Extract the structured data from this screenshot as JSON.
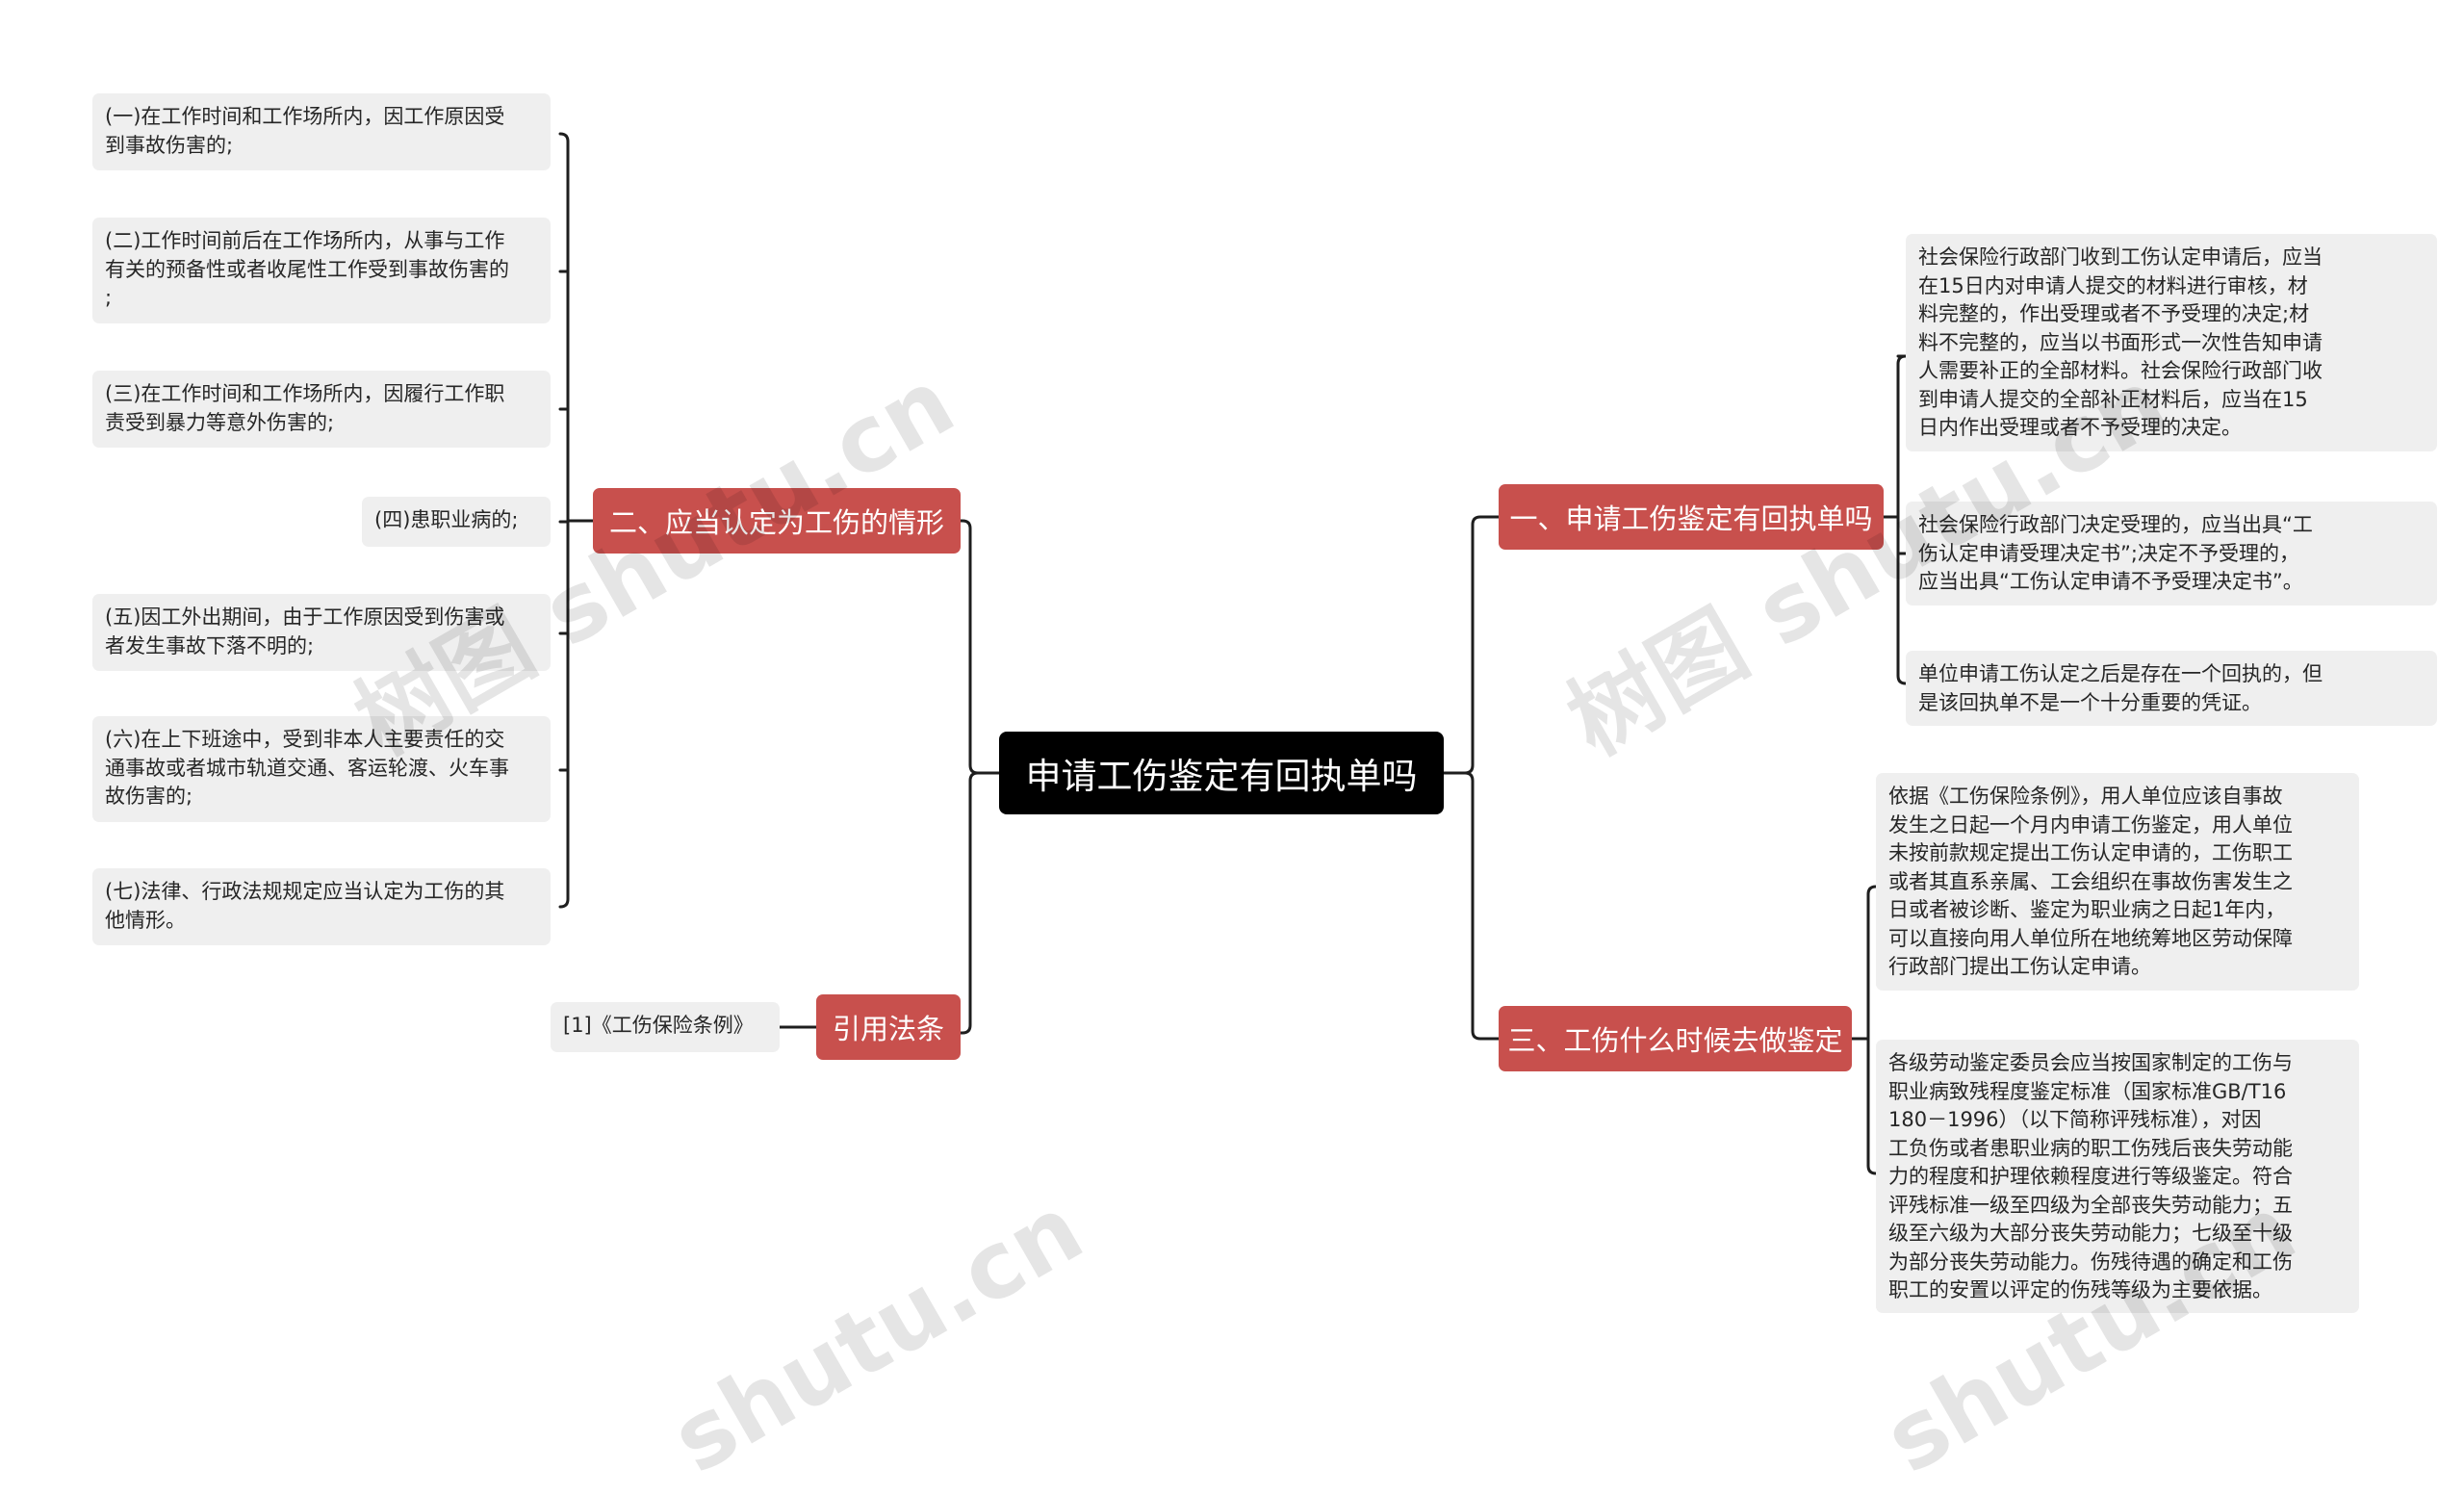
{
  "root": {
    "title": "申请工伤鉴定有回执单吗"
  },
  "branches": {
    "b1": {
      "label": "一、申请工伤鉴定有回执单吗",
      "leaves": [
        [
          "社会保险行政部门收到工伤认定申请后，应当",
          "在15日内对申请人提交的材料进行审核，材",
          "料完整的，作出受理或者不予受理的决定;材",
          "料不完整的，应当以书面形式一次性告知申请",
          "人需要补正的全部材料。社会保险行政部门收",
          "到申请人提交的全部补正材料后，应当在15",
          "日内作出受理或者不予受理的决定。"
        ],
        [
          "社会保险行政部门决定受理的，应当出具“工",
          "伤认定申请受理决定书”;决定不予受理的，",
          "应当出具“工伤认定申请不予受理决定书”。"
        ],
        [
          "单位申请工伤认定之后是存在一个回执的，但",
          "是该回执单不是一个十分重要的凭证。"
        ]
      ]
    },
    "b2": {
      "label": "二、应当认定为工伤的情形",
      "leaves": [
        [
          "(一)在工作时间和工作场所内，因工作原因受",
          "到事故伤害的;"
        ],
        [
          "(二)工作时间前后在工作场所内，从事与工作",
          "有关的预备性或者收尾性工作受到事故伤害的",
          ";"
        ],
        [
          "(三)在工作时间和工作场所内，因履行工作职",
          "责受到暴力等意外伤害的;"
        ],
        [
          "(四)患职业病的;"
        ],
        [
          "(五)因工外出期间，由于工作原因受到伤害或",
          "者发生事故下落不明的;"
        ],
        [
          "(六)在上下班途中，受到非本人主要责任的交",
          "通事故或者城市轨道交通、客运轮渡、火车事",
          "故伤害的;"
        ],
        [
          "(七)法律、行政法规规定应当认定为工伤的其",
          "他情形。"
        ]
      ]
    },
    "b3": {
      "label": "三、工伤什么时候去做鉴定",
      "leaves": [
        [
          "依据《工伤保险条例》，用人单位应该自事故",
          "发生之日起一个月内申请工伤鉴定，用人单位",
          "未按前款规定提出工伤认定申请的，工伤职工",
          "或者其直系亲属、工会组织在事故伤害发生之",
          "日或者被诊断、鉴定为职业病之日起1年内，",
          "可以直接向用人单位所在地统筹地区劳动保障",
          "行政部门提出工伤认定申请。"
        ],
        [
          "各级劳动鉴定委员会应当按国家制定的工伤与",
          "职业病致残程度鉴定标准（国家标准GB/T16",
          "180－1996）（以下简称评残标准），对因",
          "工负伤或者患职业病的职工伤残后丧失劳动能",
          "力的程度和护理依赖程度进行等级鉴定。符合",
          "评残标准一级至四级为全部丧失劳动能力；五",
          "级至六级为大部分丧失劳动能力；七级至十级",
          "为部分丧失劳动能力。伤残待遇的确定和工伤",
          "职工的安置以评定的伤残等级为主要依据。"
        ]
      ]
    },
    "b4": {
      "label": "引用法条",
      "leaves": [
        [
          "[1]《工伤保险条例》"
        ]
      ]
    }
  },
  "watermark": {
    "text_a": "树图 shutu.cn",
    "text_b": "shutu.cn"
  }
}
